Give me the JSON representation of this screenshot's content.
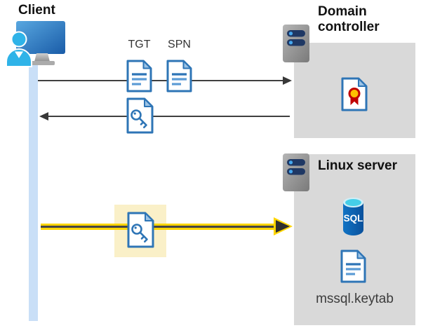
{
  "client": {
    "label": "Client"
  },
  "flow": {
    "tgt_label": "TGT",
    "spn_label": "SPN"
  },
  "domain_controller": {
    "label": "Domain controller"
  },
  "linux_server": {
    "label": "Linux server",
    "sql_badge": "SQL",
    "keytab_filename": "mssql.keytab"
  },
  "icons": {
    "client": "person-at-monitor-icon",
    "client_lifeline": "vertical-lifeline-bar",
    "domain_controller": "server-rack-icon",
    "linux_server": "server-rack-icon",
    "tgt": "document-lines-icon",
    "spn": "document-lines-icon",
    "ticket_returned": "document-key-icon",
    "ticket_sent": "document-key-icon",
    "certificate": "document-certificate-icon",
    "sql_database": "sql-database-cylinder-icon",
    "keytab_file": "document-lines-icon"
  },
  "colors": {
    "box_gray": "#D9D9D9",
    "highlight_yellow": "#FAF0C8",
    "arrow_gray": "#404040",
    "kerberos_arrow_yellow": "#FFD500",
    "doc_border_blue": "#2E75B6",
    "doc_line_light_blue": "#5B9BD5",
    "lifeline_blue": "#C9DFF7",
    "person_cyan": "#2FB3E8",
    "monitor_blue_light": "#58A7E0",
    "monitor_blue_dark": "#1A5CA8",
    "server_bar_navy": "#1F3864",
    "server_dot_blue": "#45A7EE",
    "sql_body_blue": "#0E66B3",
    "sql_top_cyan": "#45CEE8",
    "cert_ribbon_red": "#C00000",
    "cert_seal_yellow": "#FFC000"
  }
}
